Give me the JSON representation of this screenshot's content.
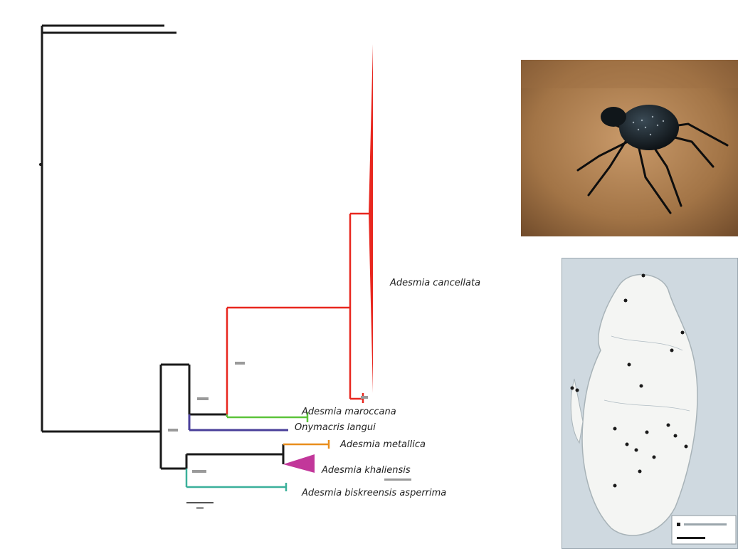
{
  "taxa": {
    "cancellata": "Adesmia cancellata",
    "maroccana": "Adesmia maroccana",
    "onymacris": "Onymacris langui",
    "metallica": "Adesmia metallica",
    "khaliensis": "Adesmia khaliensis",
    "biskreensis": "Adesmia biskreensis asperrima"
  },
  "colors": {
    "cancellata": "#e8271f",
    "maroccana": "#5cc33a",
    "onymacris": "#4a3f9a",
    "metallica": "#e98e1c",
    "khaliensis": "#c2379a",
    "biskreensis": "#3bb09a",
    "backbone": "#1a1a1a"
  },
  "icons": {
    "photo": "beetle-photo",
    "map": "distribution-map"
  }
}
